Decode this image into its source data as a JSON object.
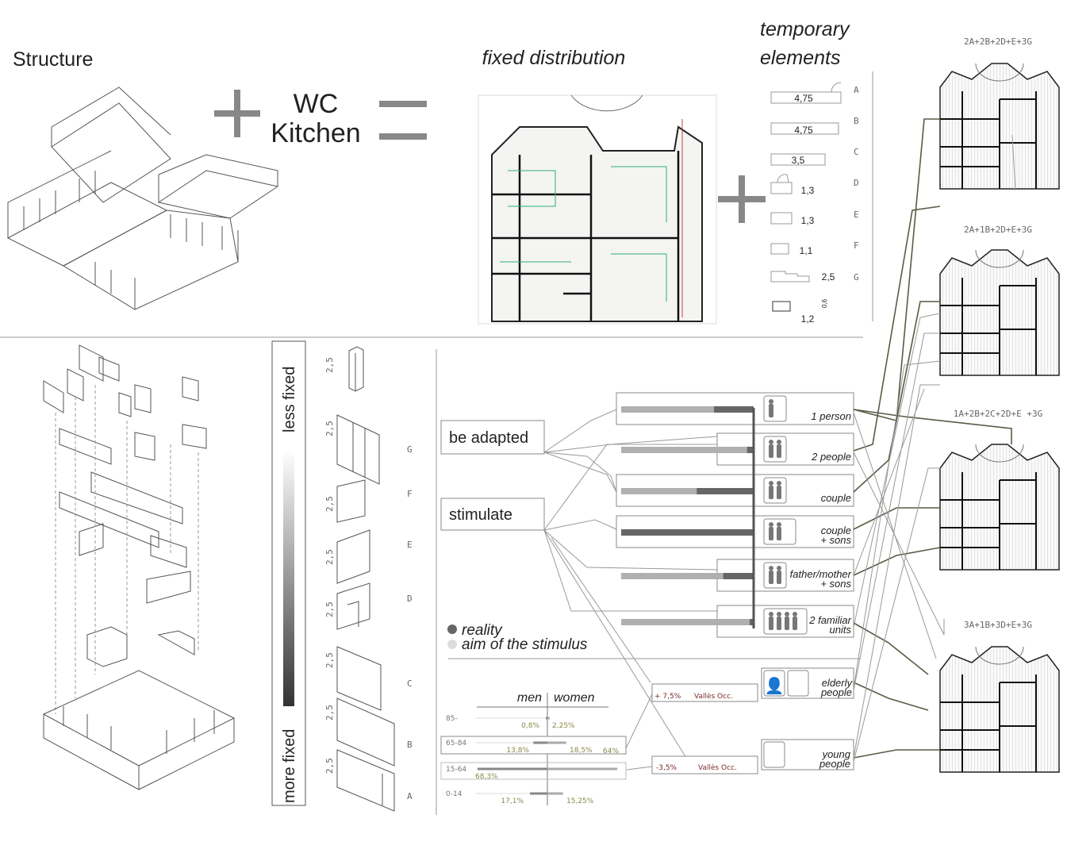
{
  "header": {
    "structure": "Structure",
    "plus": "+",
    "wc": "WC",
    "kitchen": "Kitchen",
    "equals": "=",
    "fixed_distribution": "fixed distribution",
    "temporary_line1": "temporary",
    "temporary_line2": "elements"
  },
  "temporary_elements": [
    {
      "letter": "A",
      "dim": "4,75"
    },
    {
      "letter": "B",
      "dim": "4,75"
    },
    {
      "letter": "C",
      "dim": "3,5"
    },
    {
      "letter": "D",
      "dim": "1,3"
    },
    {
      "letter": "E",
      "dim": "1,3"
    },
    {
      "letter": "F",
      "dim": "1,1"
    },
    {
      "letter": "G",
      "dim": "2,5"
    },
    {
      "letter": "",
      "dim": "1,2",
      "depth": "0,6"
    }
  ],
  "fixity_scale": {
    "top": "less fixed",
    "bottom": "more fixed"
  },
  "elements_column": {
    "height_label": "2,5",
    "letters": [
      "G",
      "F",
      "E",
      "D",
      "C",
      "B",
      "A"
    ]
  },
  "strategies": {
    "adapted": "be adapted",
    "stimulate": "stimulate"
  },
  "legend": {
    "reality": "reality",
    "aim": "aim of the stimulus"
  },
  "colors": {
    "reality": "#666666",
    "aim": "#b0b0b0",
    "connector": "#5a5a45",
    "percent_label": "#8a8a4a",
    "valles_label": "#7a2a2a"
  },
  "households": [
    {
      "label1": "1 person",
      "label2": "",
      "reality_fraction": 0.3,
      "icon": "person-icon"
    },
    {
      "label1": "2 people",
      "label2": "",
      "reality_fraction": 0.05,
      "icon": "two-people-icon"
    },
    {
      "label1": "couple",
      "label2": "",
      "reality_fraction": 0.43,
      "icon": "couple-icon"
    },
    {
      "label1": "couple",
      "label2": "+ sons",
      "reality_fraction": 1.0,
      "icon": "family-icon"
    },
    {
      "label1": "father/mother",
      "label2": "+ sons",
      "reality_fraction": 0.23,
      "icon": "parent-child-icon"
    },
    {
      "label1": "2 familiar",
      "label2": "units",
      "reality_fraction": 0.03,
      "icon": "two-families-icon"
    }
  ],
  "age_groups": [
    {
      "label1": "elderly",
      "label2": "people",
      "change": "+ 7,5%",
      "region": "Vallès Occ."
    },
    {
      "label1": "young",
      "label2": "people",
      "change": "-3,5%",
      "region": "Vallès Occ."
    }
  ],
  "chart_data": {
    "type": "bar",
    "title": "",
    "headers": {
      "men": "men",
      "women": "women"
    },
    "categories": [
      "85-",
      "65-84",
      "15-64",
      "0-14"
    ],
    "series": [
      {
        "name": "men",
        "values": [
          0.8,
          13.8,
          68.3,
          17.1
        ],
        "labels": [
          "0,8%",
          "13,8%",
          "68,3%",
          "17,1%"
        ]
      },
      {
        "name": "women",
        "values": [
          2.25,
          18.5,
          68.3,
          15.25
        ],
        "labels": [
          "2,25%",
          "18,5%",
          "",
          "15,25%"
        ]
      }
    ],
    "extra_label": "64%"
  },
  "plans": [
    {
      "label": "2A+2B+2D+E+3G"
    },
    {
      "label": "2A+1B+2D+E+3G"
    },
    {
      "label": "1A+2B+2C+2D+E +3G"
    },
    {
      "label": "3A+1B+3D+E+3G"
    }
  ]
}
